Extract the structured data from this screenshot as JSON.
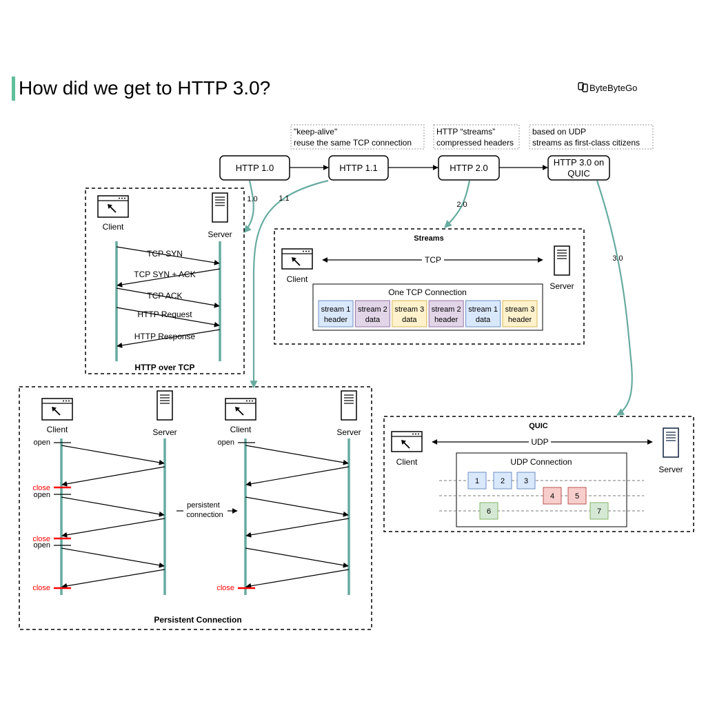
{
  "title": "How did we get to HTTP 3.0?",
  "brand": "ByteByteGo",
  "notes": {
    "http11": [
      "\"keep-alive\"",
      "reuse the same TCP connection"
    ],
    "http20": [
      "HTTP “streams”",
      "compressed headers"
    ],
    "http30": [
      "based on UDP",
      "streams as first-class citizens"
    ]
  },
  "versions": {
    "http10": [
      "HTTP 1.0"
    ],
    "http11": [
      "HTTP 1.1"
    ],
    "http20": [
      "HTTP 2.0"
    ],
    "http30": [
      "HTTP 3.0 on",
      "QUIC"
    ]
  },
  "edge_labels": {
    "v10": "1.0",
    "v11": "1.1",
    "v20": "2.0",
    "v30": "3.0"
  },
  "common": {
    "client": "Client",
    "server": "Server",
    "open": "open",
    "close": "close"
  },
  "http_over_tcp": {
    "title": "HTTP over TCP",
    "messages": [
      "TCP SYN",
      "TCP SYN + ACK",
      "TCP ACK",
      "HTTP Request",
      "HTTP Response"
    ]
  },
  "streams": {
    "title": "Streams",
    "link": "TCP",
    "connection_title": "One TCP Connection",
    "frames": [
      {
        "line1": "stream 1",
        "line2": "header",
        "fill": "#dae8fc",
        "stroke": "#6c8ebf"
      },
      {
        "line1": "stream 2",
        "line2": "data",
        "fill": "#e1d5e7",
        "stroke": "#9673a6"
      },
      {
        "line1": "stream 3",
        "line2": "data",
        "fill": "#fff2cc",
        "stroke": "#d6b656"
      },
      {
        "line1": "stream 2",
        "line2": "header",
        "fill": "#e1d5e7",
        "stroke": "#9673a6"
      },
      {
        "line1": "stream 1",
        "line2": "data",
        "fill": "#dae8fc",
        "stroke": "#6c8ebf"
      },
      {
        "line1": "stream 3",
        "line2": "header",
        "fill": "#fff2cc",
        "stroke": "#d6b656"
      }
    ]
  },
  "persistent": {
    "title": "Persistent Connection",
    "middle": [
      "persistent",
      "connection"
    ]
  },
  "quic": {
    "title": "QUIC",
    "link": "UDP",
    "connection_title": "UDP Connection",
    "packets": [
      {
        "label": "1",
        "lane": 0,
        "fill": "#dae8fc",
        "stroke": "#6c8ebf"
      },
      {
        "label": "2",
        "lane": 0,
        "fill": "#dae8fc",
        "stroke": "#6c8ebf"
      },
      {
        "label": "3",
        "lane": 0,
        "fill": "#dae8fc",
        "stroke": "#6c8ebf"
      },
      {
        "label": "4",
        "lane": 1,
        "fill": "#f8cecc",
        "stroke": "#b85450"
      },
      {
        "label": "5",
        "lane": 1,
        "fill": "#f8cecc",
        "stroke": "#b85450"
      },
      {
        "label": "6",
        "lane": 2,
        "fill": "#d5e8d4",
        "stroke": "#82b366"
      },
      {
        "label": "7",
        "lane": 2,
        "fill": "#d5e8d4",
        "stroke": "#82b366"
      }
    ]
  },
  "colors": {
    "accent": "#5fbf9a",
    "teal": "#67ab9f",
    "close": "#ff0000"
  }
}
